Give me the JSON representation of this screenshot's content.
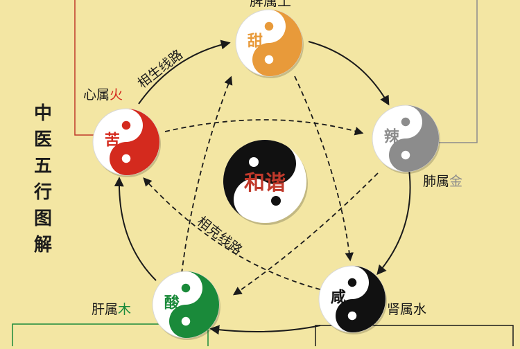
{
  "title_vertical": [
    "中",
    "医",
    "五",
    "行",
    "图",
    "解"
  ],
  "center": {
    "label": "和谐",
    "color": "#111111",
    "label_color": "#c0392b"
  },
  "generating_label": "相生线路",
  "overcoming_label": "相克线路",
  "nodes": [
    {
      "id": "sweet",
      "taste": "甜",
      "color": "#e89a3a",
      "organ": "",
      "element": "",
      "element_color": ""
    },
    {
      "id": "spicy",
      "taste": "辣",
      "color": "#8c8c8c",
      "organ": "肺属",
      "element": "金",
      "element_color": "#8c8c8c"
    },
    {
      "id": "salty",
      "taste": "咸",
      "color": "#111111",
      "organ": "肾属",
      "element": "水",
      "element_color": "#111111"
    },
    {
      "id": "sour",
      "taste": "酸",
      "color": "#1a8a3a",
      "organ": "肝属",
      "element": "木",
      "element_color": "#1a8a3a"
    },
    {
      "id": "bitter",
      "taste": "苦",
      "color": "#d42a1e",
      "organ": "心属",
      "element": "火",
      "element_color": "#d42a1e"
    }
  ],
  "top_label_partial": "脾属土"
}
